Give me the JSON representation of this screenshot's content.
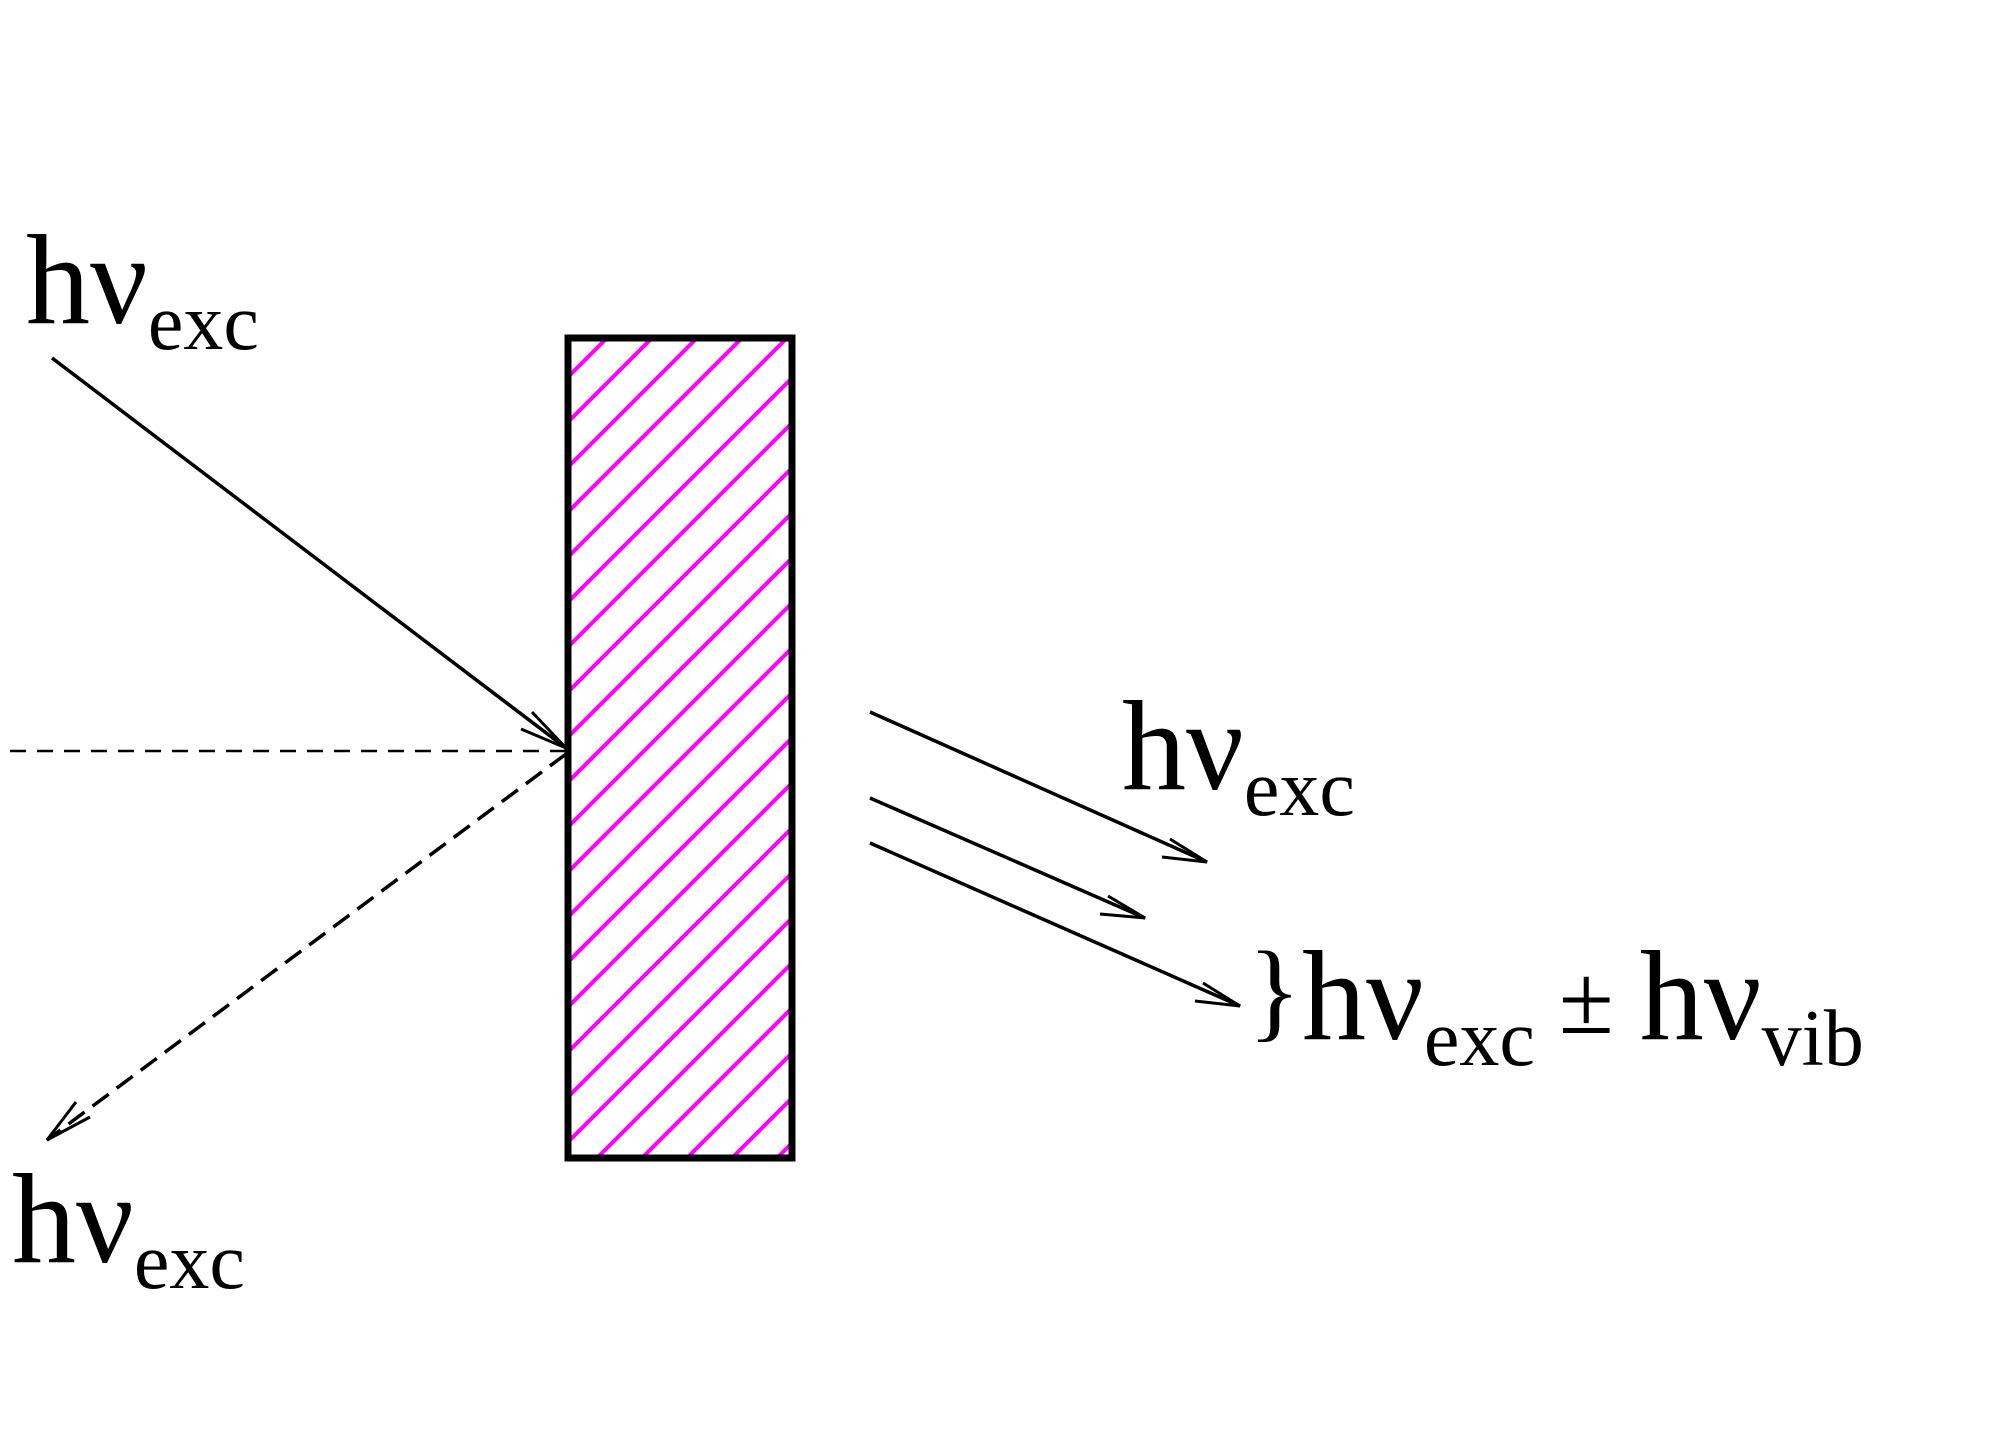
{
  "colors": {
    "ink": "#000000",
    "hatch": "#ff00ff",
    "background": "#ffffff"
  },
  "labels": {
    "incident": {
      "base": "hν",
      "sub": "exc"
    },
    "reflected": {
      "base": "hν",
      "sub": "exc"
    },
    "transmitted": {
      "base": "hν",
      "sub": "exc"
    },
    "raman": {
      "base1": "hν",
      "sub1": "exc",
      "op": "±",
      "base2": "hν",
      "sub2": "vib"
    },
    "brace": "}"
  }
}
